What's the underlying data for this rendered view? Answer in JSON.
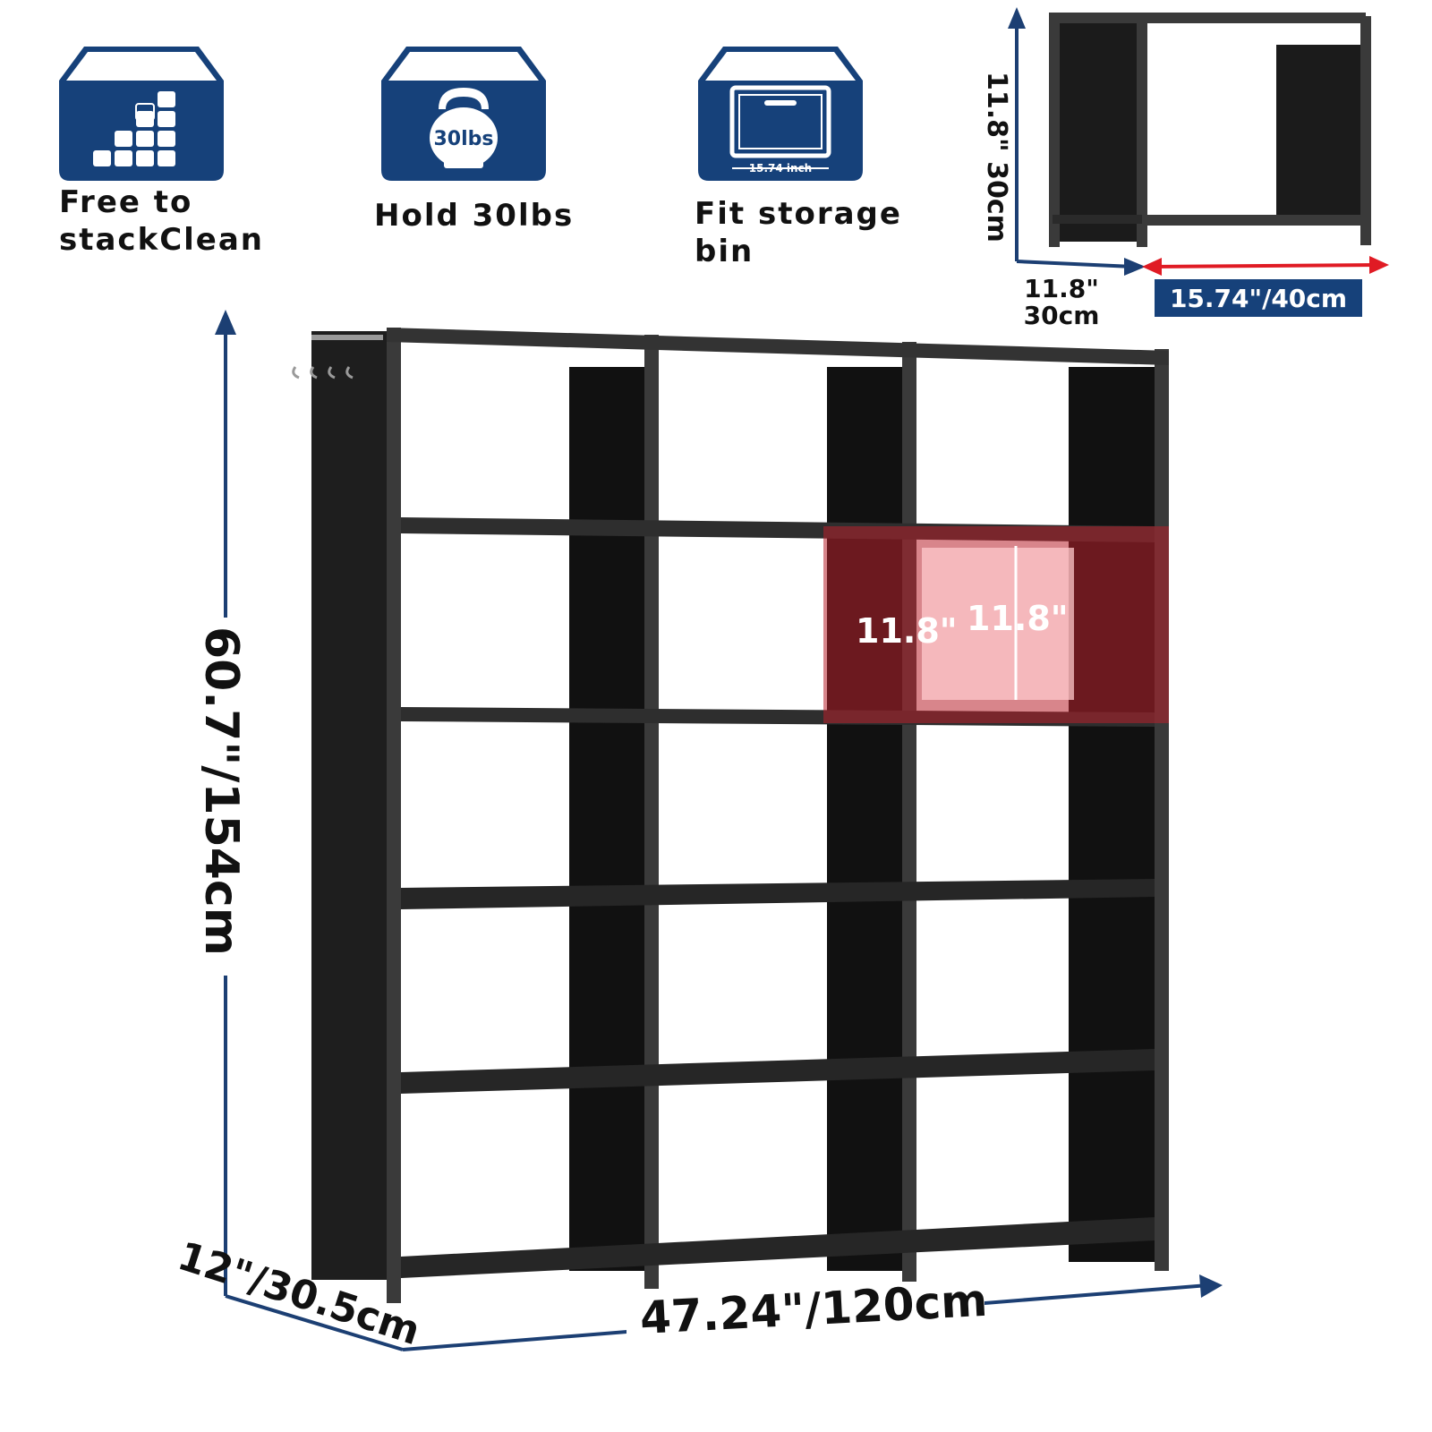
{
  "colors": {
    "navy": "#16417a",
    "arrow_navy": "#1c3f73",
    "shelf_black": "#1b1b1b",
    "frame_gray": "#3a3a3a",
    "highlight_red": "#b8202b",
    "arrow_red": "#e01b24"
  },
  "features": [
    {
      "icon": "stack-blocks-icon",
      "label": "Free to\nstackClean"
    },
    {
      "icon": "kettlebell-icon",
      "label": "Hold 30lbs",
      "icon_text": "30lbs"
    },
    {
      "icon": "storage-bin-icon",
      "label": "Fit storage\nbin",
      "icon_text": "15.74 inch"
    }
  ],
  "cube_detail": {
    "height_text": "11.8\" 30cm",
    "depth_text_line1": "11.8\"",
    "depth_text_line2": "30cm",
    "width_text": "15.74\"/40cm"
  },
  "main": {
    "height_text": "60.7\"/154cm",
    "width_text": "47.24\"/120cm",
    "depth_text": "12\"/30.5cm",
    "cell_width_text": "11.8\"",
    "cell_height_text": "11.8\""
  }
}
